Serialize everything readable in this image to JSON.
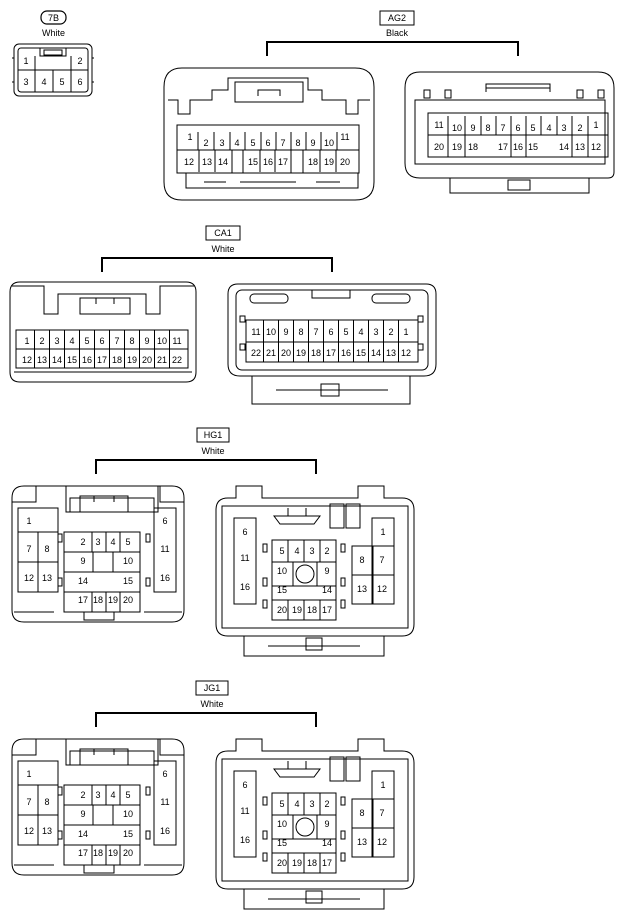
{
  "connectors": {
    "c7b": {
      "code": "7B",
      "color": "White",
      "pins": [
        "1",
        "2",
        "3",
        "4",
        "5",
        "6"
      ]
    },
    "ag2": {
      "code": "AG2",
      "color": "Black",
      "female_top": [
        "1",
        "2",
        "3",
        "4",
        "5",
        "6",
        "7",
        "8",
        "9",
        "10",
        "11"
      ],
      "female_bottom": [
        "12",
        "13",
        "14",
        "15",
        "16",
        "17",
        "18",
        "19",
        "20"
      ],
      "male_top": [
        "11",
        "10",
        "9",
        "8",
        "7",
        "6",
        "5",
        "4",
        "3",
        "2",
        "1"
      ],
      "male_bottom": [
        "20",
        "19",
        "18",
        "17",
        "16",
        "15",
        "14",
        "13",
        "12"
      ]
    },
    "ca1": {
      "code": "CA1",
      "color": "White",
      "female_top": [
        "1",
        "2",
        "3",
        "4",
        "5",
        "6",
        "7",
        "8",
        "9",
        "10",
        "11"
      ],
      "female_bottom": [
        "12",
        "13",
        "14",
        "15",
        "16",
        "17",
        "18",
        "19",
        "20",
        "21",
        "22"
      ],
      "male_top": [
        "11",
        "10",
        "9",
        "8",
        "7",
        "6",
        "5",
        "4",
        "3",
        "2",
        "1"
      ],
      "male_bottom": [
        "22",
        "21",
        "20",
        "19",
        "18",
        "17",
        "16",
        "15",
        "14",
        "13",
        "12"
      ]
    },
    "hg1": {
      "code": "HG1",
      "color": "White",
      "female_pins": [
        "1",
        "7",
        "8",
        "12",
        "13",
        "2",
        "3",
        "4",
        "5",
        "9",
        "10",
        "14",
        "15",
        "17",
        "18",
        "19",
        "20",
        "6",
        "11",
        "16"
      ],
      "male_pins": [
        "6",
        "11",
        "16",
        "5",
        "4",
        "3",
        "2",
        "10",
        "9",
        "15",
        "14",
        "20",
        "19",
        "18",
        "17",
        "8",
        "7",
        "13",
        "12",
        "1"
      ]
    },
    "jg1": {
      "code": "JG1",
      "color": "White",
      "female_pins": [
        "1",
        "7",
        "8",
        "12",
        "13",
        "2",
        "3",
        "4",
        "5",
        "9",
        "10",
        "14",
        "15",
        "17",
        "18",
        "19",
        "20",
        "6",
        "11",
        "16"
      ],
      "male_pins": [
        "6",
        "11",
        "16",
        "5",
        "4",
        "3",
        "2",
        "10",
        "9",
        "15",
        "14",
        "20",
        "19",
        "18",
        "17",
        "8",
        "7",
        "13",
        "12",
        "1"
      ]
    }
  }
}
